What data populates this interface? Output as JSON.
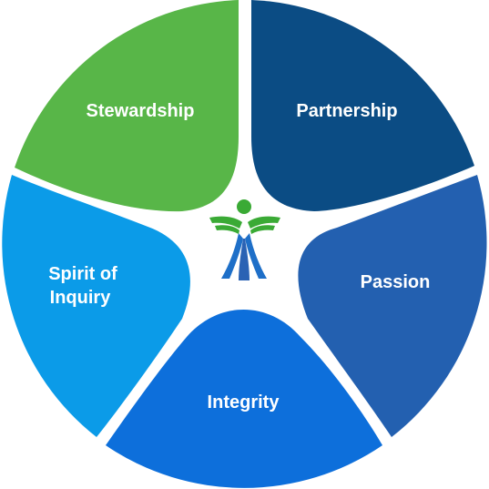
{
  "segments": [
    {
      "id": "stewardship",
      "lines": [
        "Stewardship"
      ],
      "color": "#58b648"
    },
    {
      "id": "partnership",
      "lines": [
        "Partnership"
      ],
      "color": "#0b4c84"
    },
    {
      "id": "passion",
      "lines": [
        "Passion"
      ],
      "color": "#2360b0"
    },
    {
      "id": "integrity",
      "lines": [
        "Integrity"
      ],
      "color": "#0d6fdb"
    },
    {
      "id": "spirit-of-inquiry",
      "lines": [
        "Spirit of",
        "Inquiry"
      ],
      "color": "#0b9be8"
    }
  ],
  "center_logo": {
    "icon": "person-figure-logo",
    "green": "#3aaa35",
    "blue": "#1e6fc8"
  }
}
